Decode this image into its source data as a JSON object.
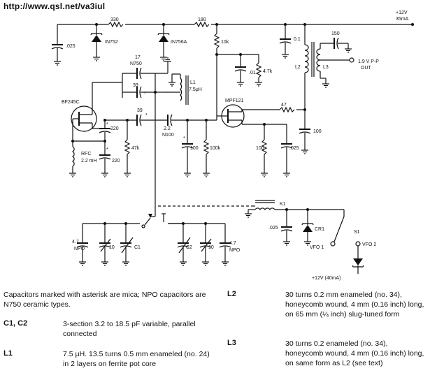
{
  "header": {
    "url": "http://www.qsl.net/va3iul"
  },
  "schematic": {
    "supply": [
      "+12V",
      "35mA"
    ],
    "r330": "330",
    "r180": "180",
    "c025a": ".025",
    "d1": "IN752",
    "d2": "IN756A",
    "r10k": "10k",
    "c01a": "0.1",
    "c01b": ".01",
    "r47k_a": "4.7k",
    "c150": "150",
    "l2": "L2",
    "l3": "L3",
    "out": [
      "1.9 V P-P",
      "OUT"
    ],
    "c17": [
      "17",
      "N750"
    ],
    "c39a": "39",
    "l1": [
      "L1",
      "7.5μH"
    ],
    "q1": "BF245C",
    "q2": "MPF121",
    "r47": "47",
    "c39b": "39",
    "c22": [
      "2.2",
      "N100"
    ],
    "c220a": "220",
    "r47k_b": "47k",
    "rfc": [
      "RFC",
      "2.2 mH"
    ],
    "c220b": "220",
    "c100a": "100",
    "r100k": "100k",
    "r100": "100",
    "c025b": ".025",
    "c100b": "100",
    "k1": "K1",
    "c025c": ".025",
    "cr1": "CR1",
    "s1": "S1",
    "vfo1": "VFO 1",
    "vfo2": "VFO 2",
    "c47a": [
      "4.7",
      "NPO"
    ],
    "c10a": "10",
    "c1": "C1",
    "c2": "C2",
    "c10b": "10",
    "c47b": [
      "4.7",
      "NPO"
    ],
    "k1supply": "+12V (40mA)",
    "asterisks": "*"
  },
  "notes": {
    "general": "Capacitors marked with asterisk are mica; NPO capacitors are N750 ceramic types.",
    "c1c2": {
      "label": "C1, C2",
      "text": "3-section 3.2 to 18.5 pF variable, parallel connected"
    },
    "l1": {
      "label": "L1",
      "text": "7.5 μH. 13.5 turns 0.5 mm enameled (no. 24) in 2 layers on ferrite pot core"
    },
    "l2": {
      "label": "L2",
      "text": "30 turns 0.2 mm enameled (no. 34), honeycomb wound, 4 mm (0.16 inch) long, on 65 mm (¼ inch) slug-tuned form"
    },
    "l3": {
      "label": "L3",
      "text": "30 turns 0.2 enameled (no. 34), honeycomb wound, 4 mm (0.16 inch) long, on same form as L2 (see text)"
    }
  }
}
